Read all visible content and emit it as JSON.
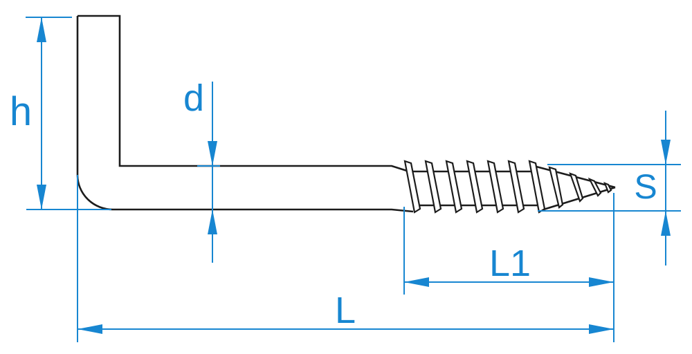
{
  "labels": {
    "height": "h",
    "shank_diameter": "d",
    "thread_diameter": "S",
    "thread_length": "L1",
    "overall_length": "L"
  },
  "colors": {
    "dimension_blue": "#1786d1",
    "outline_black": "#1c1c1c",
    "background": "#ffffff"
  }
}
